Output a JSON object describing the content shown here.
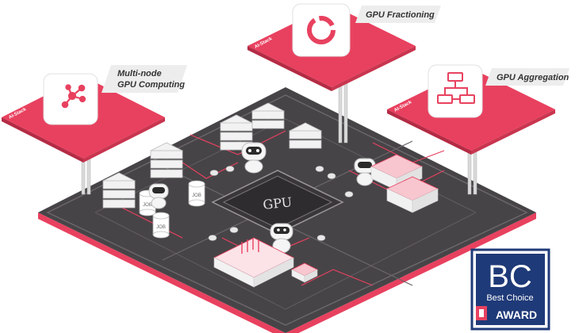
{
  "labels": {
    "multi_node_line1": "Multi-node",
    "multi_node_line2": "GPU Computing",
    "fractioning": "GPU Fractioning",
    "aggregation": "GPU Aggregation"
  },
  "brand": "AI-Stack",
  "chip_label": "GPU",
  "job_label": "JOB",
  "award": {
    "letters": "BC",
    "subtitle": "Best Choice",
    "word": "AWARD"
  },
  "colors": {
    "accent": "#e8415f",
    "board": "#474447",
    "board_edge": "#2e2b2e",
    "award_blue": "#1f3a78"
  },
  "icons": [
    "network-nodes-icon",
    "donut-chart-icon",
    "flowchart-icon"
  ]
}
